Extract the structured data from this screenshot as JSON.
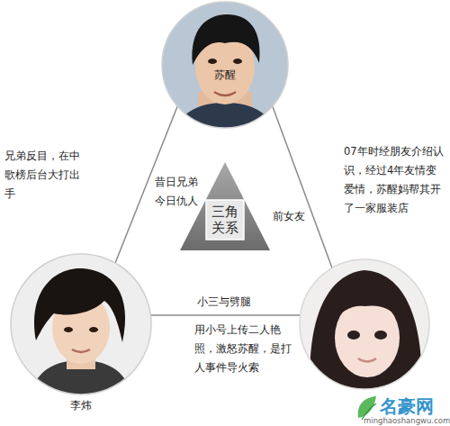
{
  "diagram": {
    "nodes": [
      {
        "text": [
          "苏醒"
        ]
      },
      {
        "text": [
          "三角关系"
        ]
      },
      {
        "text": [
          "李炜"
        ]
      }
    ],
    "edges": [
      {
        "from": 0,
        "to": 2,
        "arrow": "none"
      }
    ],
    "labels": [
      "兄弟反目，在中歌榜后台大打出手",
      "昔日兄弟 今日仇人",
      "07年时经朋友介绍认识，经过4年友情变爱情，苏醒妈帮其开了一家服装店",
      "前女友",
      "小三与劈腿",
      "用小号上传二人艳照，激怒苏醒，是打人事件导火索",
      "名豪网",
      "minghaoshangwu.com"
    ]
  }
}
